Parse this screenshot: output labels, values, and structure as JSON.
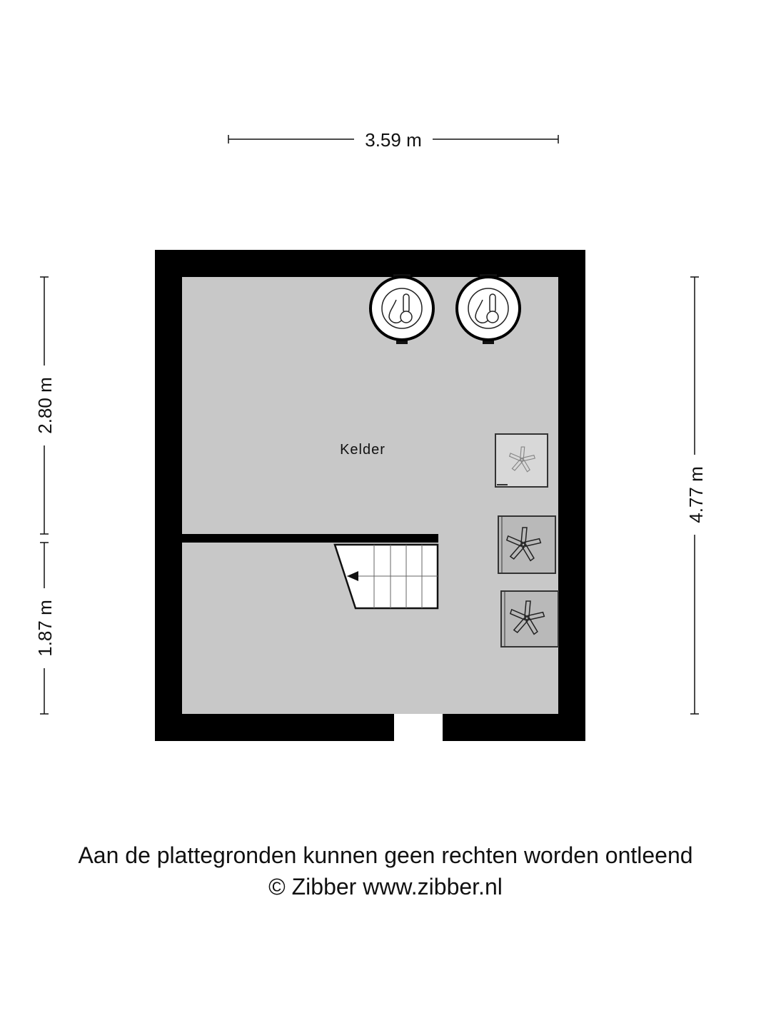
{
  "dimensions": {
    "top_width": "3.59 m",
    "left_upper": "2.80 m",
    "left_lower": "1.87 m",
    "right_height": "4.77 m"
  },
  "room": {
    "label": "Kelder"
  },
  "appliances": [
    {
      "type": "boiler",
      "icon": "water-temperature-icon"
    },
    {
      "type": "boiler",
      "icon": "water-temperature-icon"
    },
    {
      "type": "dryer",
      "icon": "fan-icon"
    },
    {
      "type": "washing-machine",
      "icon": "fan-icon"
    },
    {
      "type": "washing-machine",
      "icon": "fan-icon"
    }
  ],
  "footer": {
    "disclaimer": "Aan de plattegronden kunnen geen rechten worden ontleend",
    "copyright": "© Zibber www.zibber.nl"
  },
  "colors": {
    "wall": "#000000",
    "floor": "#c8c8c8"
  }
}
